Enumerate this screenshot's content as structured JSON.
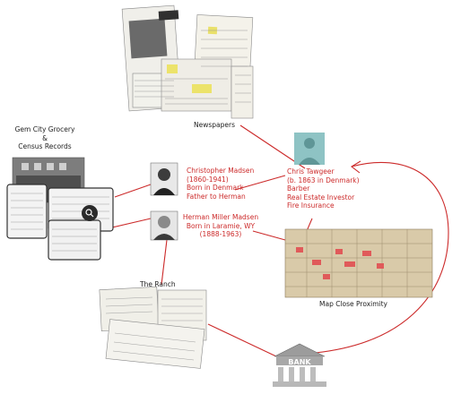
{
  "labels": {
    "newspapers": "Newspapers",
    "grocery": [
      "Gem City Grocery",
      "&",
      "Census Records"
    ],
    "christopher": [
      "Christopher Madsen",
      "(1860-1941)",
      "Born in Denmark",
      "Father to Herman"
    ],
    "herman": [
      "Herman Miller Madsen",
      "Born in Laramie, WY",
      "(1888-1963)"
    ],
    "chris": [
      "Chris Tawgeer",
      "(b. 1863 in Denmark)",
      "Barber",
      "Real Estate Investor",
      "Fire Insurance"
    ],
    "map": "Map Close Proximity",
    "ranch": "The Ranch",
    "bank": "BANK"
  },
  "colors": {
    "link": "#cc2a2a",
    "text": "#222222",
    "avatar": "#8ec3c4",
    "paper": "#f1f1ec",
    "map": "#d8c8a8"
  }
}
